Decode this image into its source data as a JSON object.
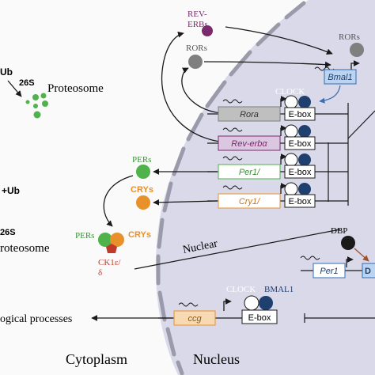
{
  "labels": {
    "ub_top": "Ub",
    "s26_top": "26S",
    "proteosome_top": "Proteosome",
    "rev_erb_l1": "REV-",
    "rev_erb_l2": "ERBs",
    "rors_left": "RORs",
    "rors_right": "RORs",
    "clock_top": "CLOCK",
    "bmal1_gene": "Bmal1",
    "rora_gene": "Rora",
    "reverba_gene": "Rev-erbα",
    "per1_gene": "Per1/",
    "cry1_gene": "Cry1/",
    "ebox": "E-box",
    "pers_top": "PERs",
    "crys_top": "CRYs",
    "ub_mid": "+Ub",
    "s26_mid": "26S",
    "proteosome_mid": "roteosome",
    "pers_complex": "PERs",
    "crys_complex": "CRYs",
    "ck1_l1": "CK1ε/",
    "ck1_l2": "δ",
    "nuclear": "Nuclear",
    "dbp": "DBP",
    "per1_right": "Per1",
    "d_right": "D",
    "clock_bottom": "CLOCK",
    "bmal1_bottom": "BMAL1",
    "ccg_gene": "ccg",
    "bio_processes": "ogical processes",
    "cytoplasm": "Cytoplasm",
    "nucleus": "Nucleus"
  },
  "colors": {
    "background": "#fafafa",
    "nucleus_fill": "#d9d9ea",
    "membrane": "#9a9aaa",
    "green": "#4fb24a",
    "orange": "#e8912a",
    "red": "#c0392b",
    "purple": "#7b2a6e",
    "grey": "#7f7f7f",
    "navy": "#1f3f6e",
    "blue": "#2f6db3",
    "black": "#1a1a1a"
  }
}
